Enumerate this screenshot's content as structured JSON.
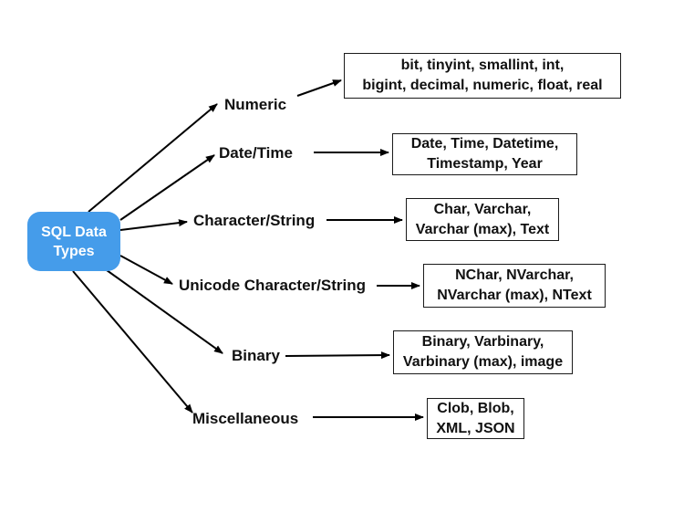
{
  "diagram": {
    "title": "SQL Data Types diagram",
    "root": {
      "label_lines": [
        "SQL Data",
        "Types"
      ]
    },
    "categories": [
      {
        "label": "Numeric",
        "types_lines": [
          "bit, tinyint, smallint, int,",
          "bigint, decimal, numeric, float, real"
        ]
      },
      {
        "label": "Date/Time",
        "types_lines": [
          "Date, Time, Datetime,",
          "Timestamp, Year"
        ]
      },
      {
        "label": "Character/String",
        "types_lines": [
          "Char, Varchar,",
          "Varchar (max), Text"
        ]
      },
      {
        "label": "Unicode Character/String",
        "types_lines": [
          "NChar, NVarchar,",
          "NVarchar (max), NText"
        ]
      },
      {
        "label": "Binary",
        "types_lines": [
          "Binary, Varbinary,",
          "Varbinary (max), image"
        ]
      },
      {
        "label": "Miscellaneous",
        "types_lines": [
          "Clob, Blob,",
          "XML, JSON"
        ]
      }
    ],
    "colors": {
      "background": "#ffffff",
      "root_fill": "#459cea",
      "root_text": "#ffffff",
      "line": "#000000",
      "box_border": "#1a1a1a",
      "box_fill": "#ffffff"
    }
  }
}
